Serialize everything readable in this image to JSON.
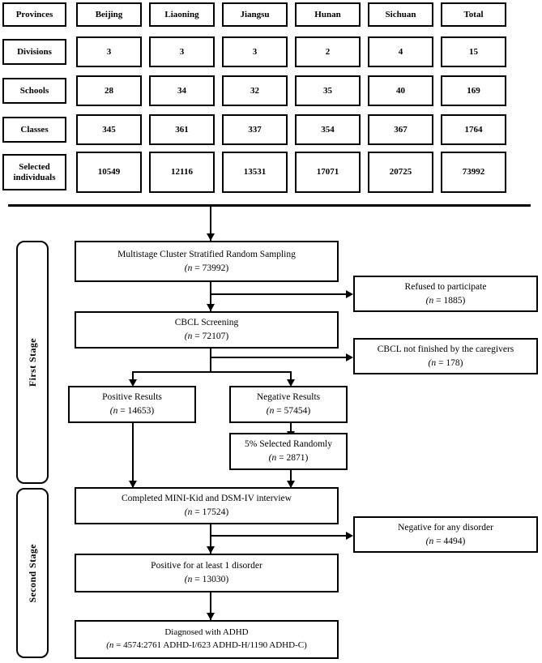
{
  "table": {
    "columns": [
      "Provinces",
      "Beijing",
      "Liaoning",
      "Jiangsu",
      "Hunan",
      "Sichuan",
      "Total"
    ],
    "rows": [
      {
        "label": "Divisions",
        "label2": "",
        "values": [
          "3",
          "3",
          "3",
          "2",
          "4",
          "15"
        ]
      },
      {
        "label": "Schools",
        "label2": "",
        "values": [
          "28",
          "34",
          "32",
          "35",
          "40",
          "169"
        ]
      },
      {
        "label": "Classes",
        "label2": "",
        "values": [
          "345",
          "361",
          "337",
          "354",
          "367",
          "1764"
        ]
      },
      {
        "label": "Selected",
        "label2": "individuals",
        "values": [
          "10549",
          "12116",
          "13531",
          "17071",
          "20725",
          "73992"
        ]
      }
    ]
  },
  "stages": {
    "first": "First Stage",
    "second": "Second Stage"
  },
  "flow": {
    "sampling": {
      "title": "Multistage Cluster Stratified Random Sampling",
      "n": "(n = 73992)"
    },
    "refused": {
      "title": "Refused to participate",
      "n": "(n = 1885)"
    },
    "cbcl": {
      "title": "CBCL Screening",
      "n": "(n = 72107)"
    },
    "unfinished": {
      "title": "CBCL not finished by the caregivers",
      "n": "(n = 178)"
    },
    "positive": {
      "title": "Positive Results",
      "n": "(n = 14653)"
    },
    "negative": {
      "title": "Negative Results",
      "n": "(n = 57454)"
    },
    "randomly": {
      "title": "5% Selected Randomly",
      "n": "(n = 2871)"
    },
    "interview": {
      "title": "Completed MINI-Kid and DSM-IV interview",
      "n": "(n = 17524)"
    },
    "nodisorder": {
      "title": "Negative for any disorder",
      "n": "(n = 4494)"
    },
    "atleastone": {
      "title": "Positive for at least 1 disorder",
      "n": "(n = 13030)"
    },
    "adhd": {
      "title": "Diagnosed with ADHD",
      "n": "(n = 4574:2761 ADHD-I/623 ADHD-H/1190 ADHD-C)"
    }
  },
  "colors": {
    "stroke": "#000000",
    "background": "#ffffff"
  }
}
